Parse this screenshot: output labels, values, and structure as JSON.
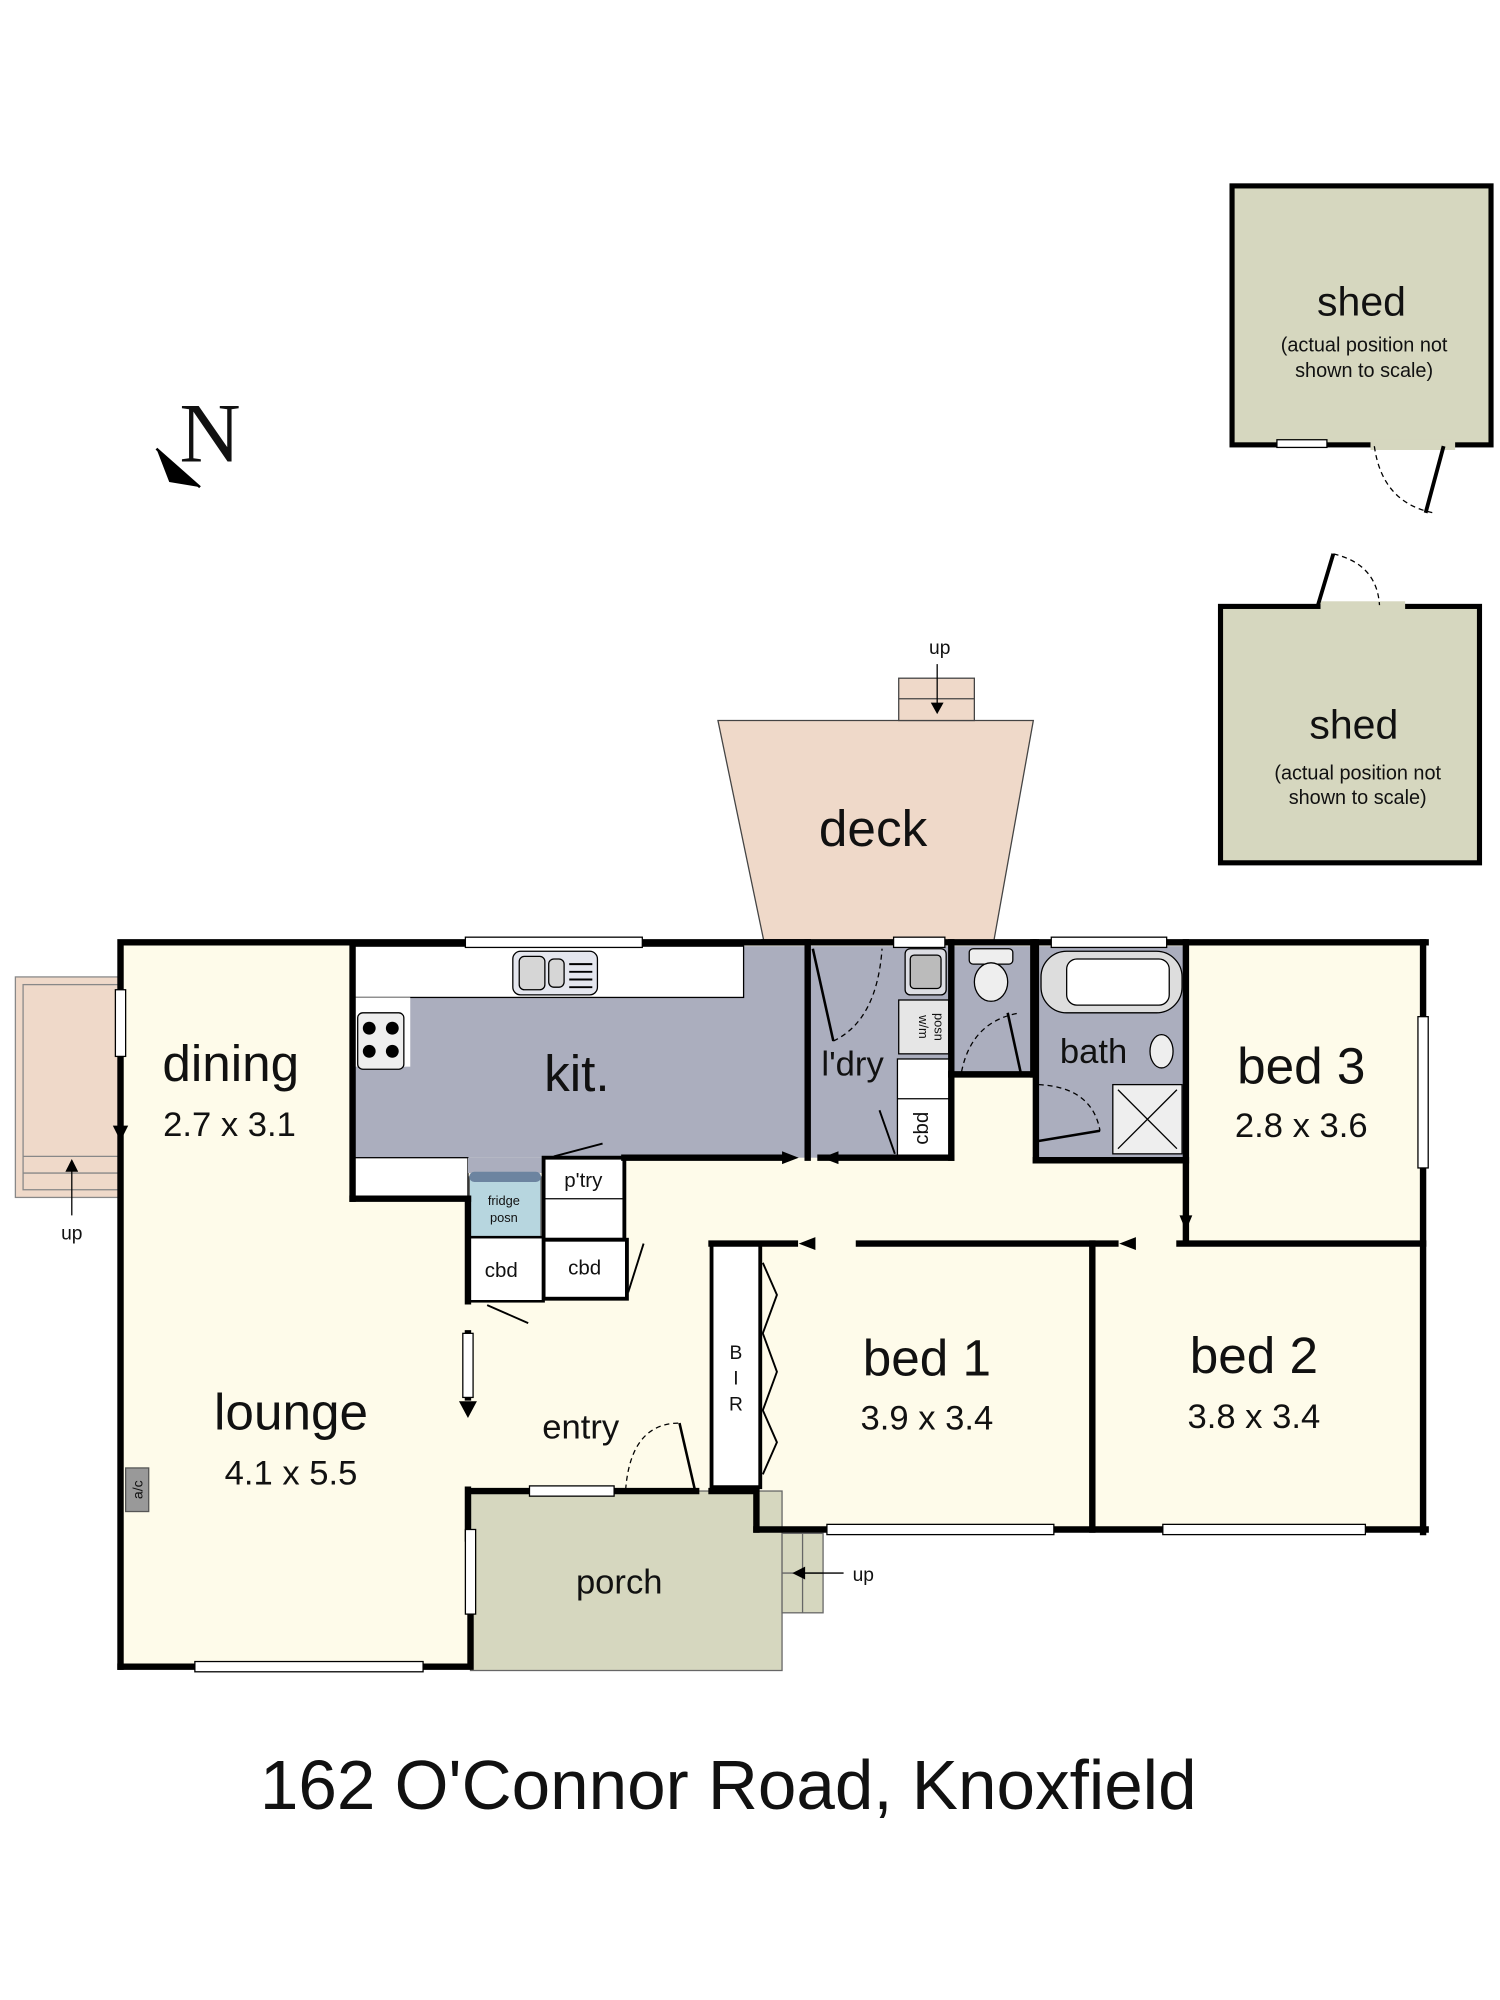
{
  "title": "162 O'Connor Road, Knoxfield",
  "compass": {
    "label": "N",
    "icon": "north-arrow-icon"
  },
  "colors": {
    "living": "#fefbea",
    "wet_areas": "#abaebe",
    "outdoor_covered": "#d6d7bf",
    "deck": "#efd9c9",
    "walls": "#000000"
  },
  "rooms": {
    "dining": {
      "name": "dining",
      "size": "2.7 x 3.1"
    },
    "lounge": {
      "name": "lounge",
      "size": "4.1 x 5.5"
    },
    "kitchen": {
      "name": "kit."
    },
    "laundry": {
      "name": "l'dry"
    },
    "bath": {
      "name": "bath"
    },
    "bed3": {
      "name": "bed 3",
      "size": "2.8 x 3.6"
    },
    "bed1": {
      "name": "bed 1",
      "size": "3.9 x 3.4"
    },
    "bed2": {
      "name": "bed 2",
      "size": "3.8 x 3.4"
    },
    "entry": {
      "name": "entry"
    },
    "porch": {
      "name": "porch"
    },
    "deck": {
      "name": "deck"
    },
    "pantry": {
      "name": "p'try"
    },
    "cbd1": {
      "name": "cbd"
    },
    "cbd2": {
      "name": "cbd"
    },
    "cbd_laundry": {
      "name": "cbd"
    },
    "bir": {
      "b": "B",
      "i": "I",
      "r": "R"
    },
    "fridge": {
      "line1": "fridge",
      "line2": "posn"
    },
    "washer": {
      "line1": "w/m",
      "line2": "posn"
    },
    "ac": {
      "name": "a/c"
    }
  },
  "sheds": [
    {
      "name": "shed",
      "note1": "(actual position not",
      "note2": "shown to scale)"
    },
    {
      "name": "shed",
      "note1": "(actual position not",
      "note2": "shown to scale)"
    }
  ],
  "stairs": {
    "deck_up": "up",
    "side_up": "up",
    "porch_up": "up"
  }
}
